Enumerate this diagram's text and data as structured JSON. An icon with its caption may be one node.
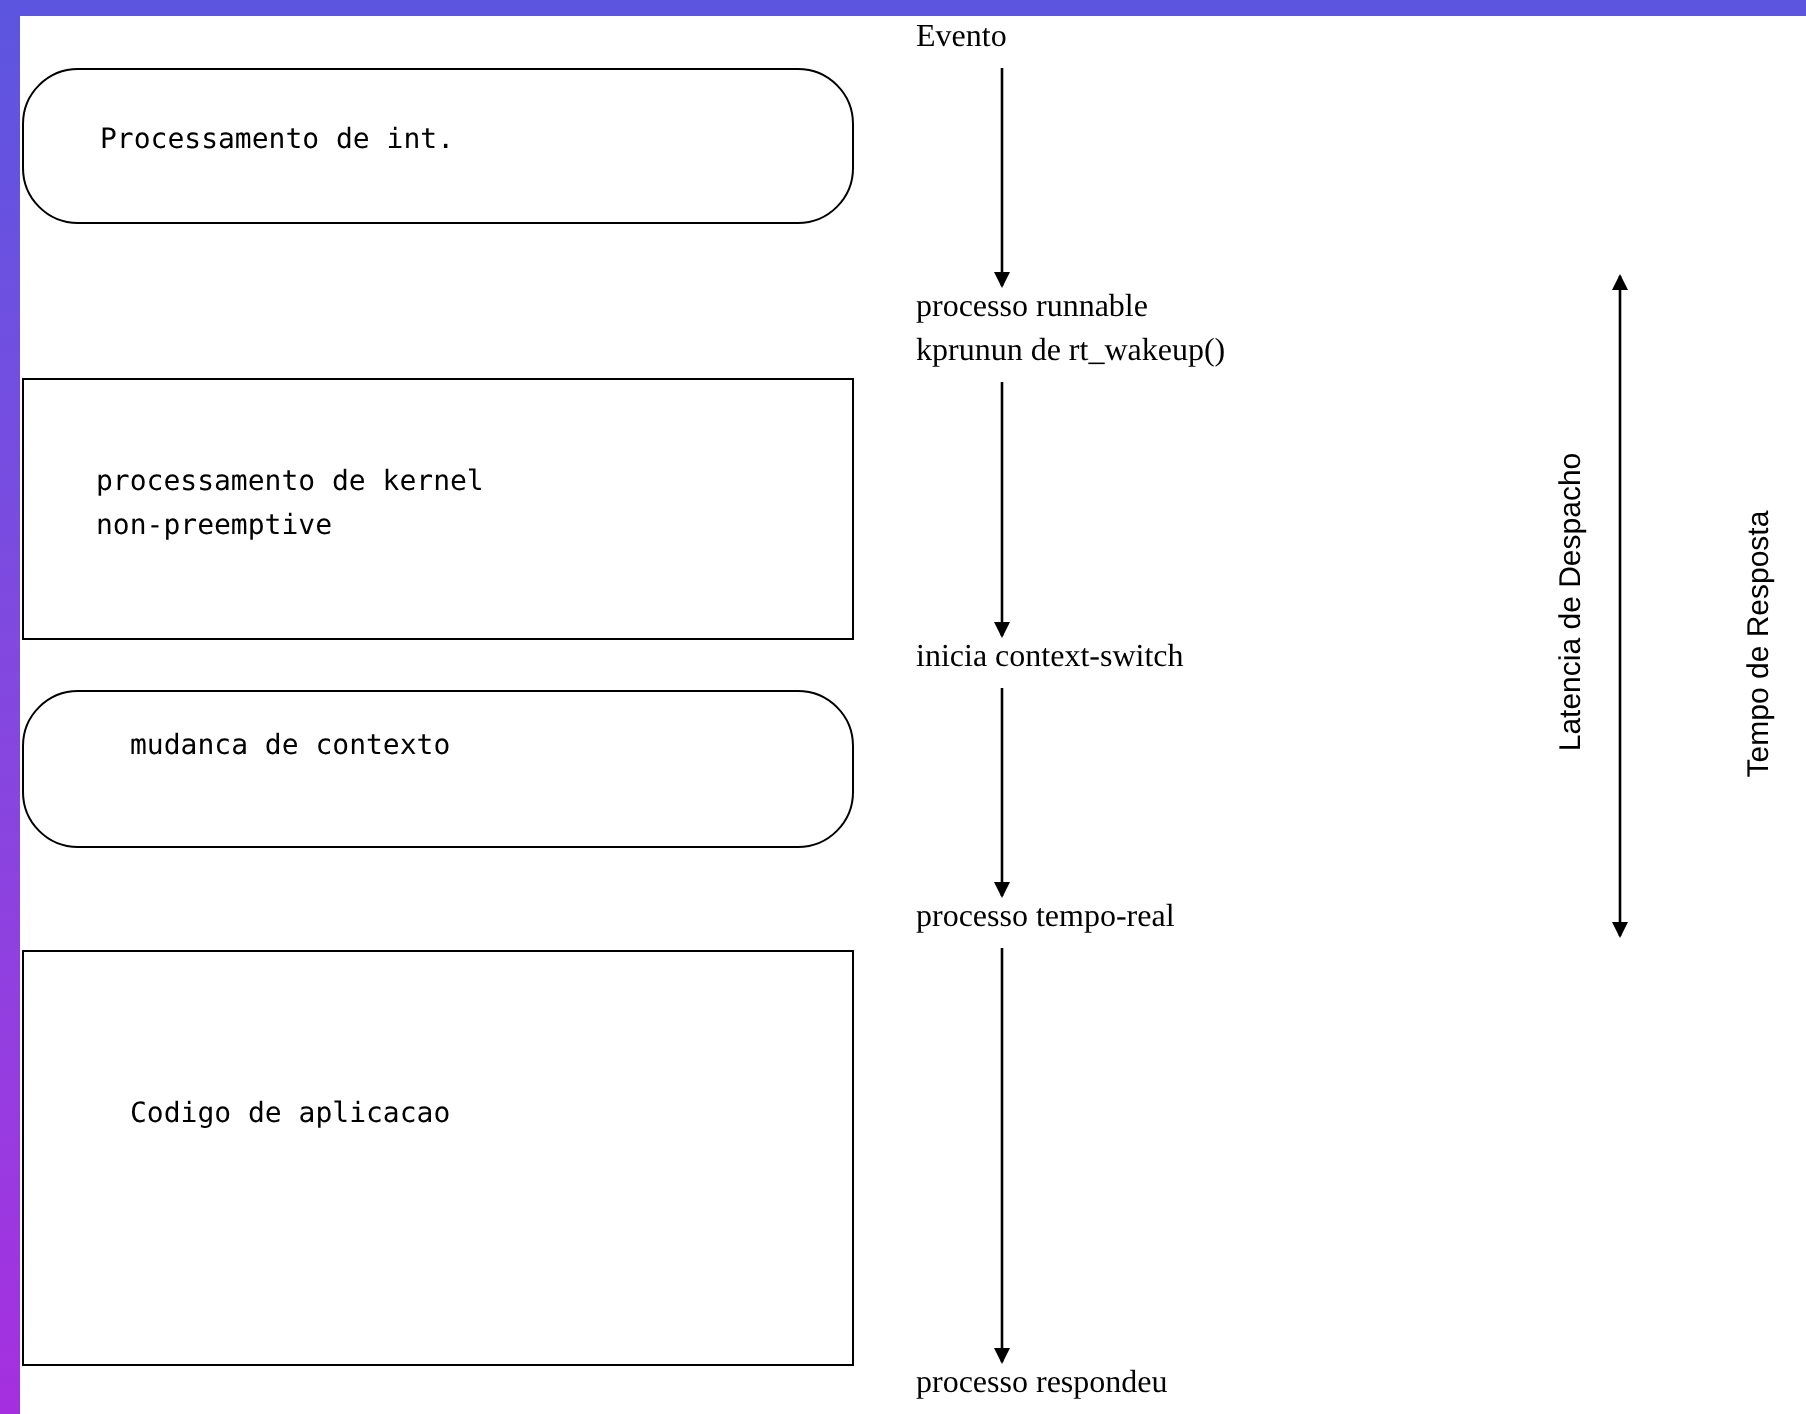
{
  "diagram": {
    "nodes": [
      {
        "text": [
          "Processamento de int."
        ]
      },
      {
        "text": [
          "processamento de kernel non-preemptive"
        ]
      },
      {
        "text": [
          "mudanca de contexto"
        ]
      },
      {
        "text": [
          "Codigo de aplicacao"
        ]
      },
      {
        "text": [
          "Evento"
        ]
      },
      {
        "text": [
          "processo runnable kprunun de rt_wakeup()"
        ]
      },
      {
        "text": [
          "inicia context-switch"
        ]
      },
      {
        "text": [
          "processo tempo-real"
        ]
      },
      {
        "text": [
          "processo respondeu"
        ]
      }
    ],
    "edges": [
      {
        "from": 4,
        "to": 5,
        "arrow": "to"
      },
      {
        "from": 5,
        "to": 6,
        "arrow": "to"
      },
      {
        "from": 6,
        "to": 7,
        "arrow": "to"
      },
      {
        "from": 7,
        "to": 8,
        "arrow": "to"
      }
    ],
    "labels": [
      "Latencia de Despacho",
      "Tempo de Resposta"
    ]
  }
}
